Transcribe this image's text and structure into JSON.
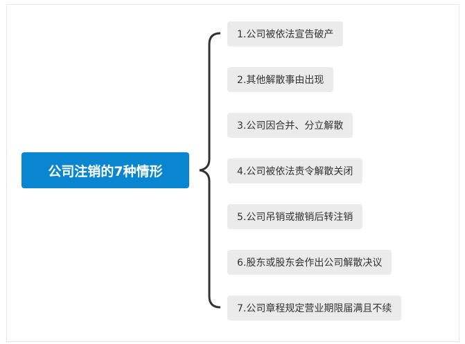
{
  "root": {
    "label": "公司注销的7种情形",
    "color": "#0a86d0"
  },
  "nodes": [
    {
      "label": "1.公司被依法宣告破产"
    },
    {
      "label": "2.其他解散事由出现"
    },
    {
      "label": "3.公司因合并、分立解散"
    },
    {
      "label": "4.公司被依法责令解散关闭"
    },
    {
      "label": "5.公司吊销或撤销后转注销"
    },
    {
      "label": "6.股东或股东会作出公司解散决议"
    },
    {
      "label": "7.公司章程规定营业期限届满且不续"
    }
  ]
}
